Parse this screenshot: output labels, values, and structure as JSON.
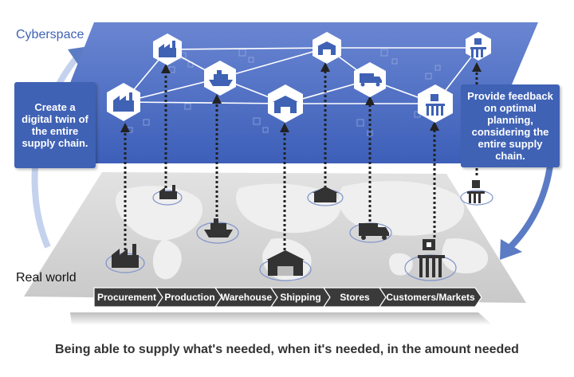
{
  "labels": {
    "cyberspace": "Cyberspace",
    "real_world": "Real world",
    "left_callout": "Create a digital twin of the entire supply chain.",
    "right_callout": "Provide feedback on optimal planning, considering the entire supply chain.",
    "caption": "Being able to supply what's needed, when it's needed, in the amount needed"
  },
  "process_steps": [
    "Procurement",
    "Production",
    "Warehouse",
    "Shipping",
    "Stores",
    "Customers/Markets"
  ],
  "twin_nodes": [
    {
      "name": "node-procurement",
      "icon": "factory-icon"
    },
    {
      "name": "node-production",
      "icon": "factory-icon"
    },
    {
      "name": "node-shipping",
      "icon": "ship-icon"
    },
    {
      "name": "node-warehouse",
      "icon": "warehouse-icon"
    },
    {
      "name": "node-warehouse-2",
      "icon": "warehouse-icon"
    },
    {
      "name": "node-truck",
      "icon": "truck-icon"
    },
    {
      "name": "node-store",
      "icon": "store-icon"
    },
    {
      "name": "node-store-2",
      "icon": "store-icon"
    }
  ],
  "colors": {
    "cyber_plane": "#5b79c9",
    "callout": "#3f62b5",
    "arrow": "#5b7cc4",
    "map_plane": "#d4d4d4",
    "step_bar": "#3a3a3a",
    "caption": "#333333"
  }
}
